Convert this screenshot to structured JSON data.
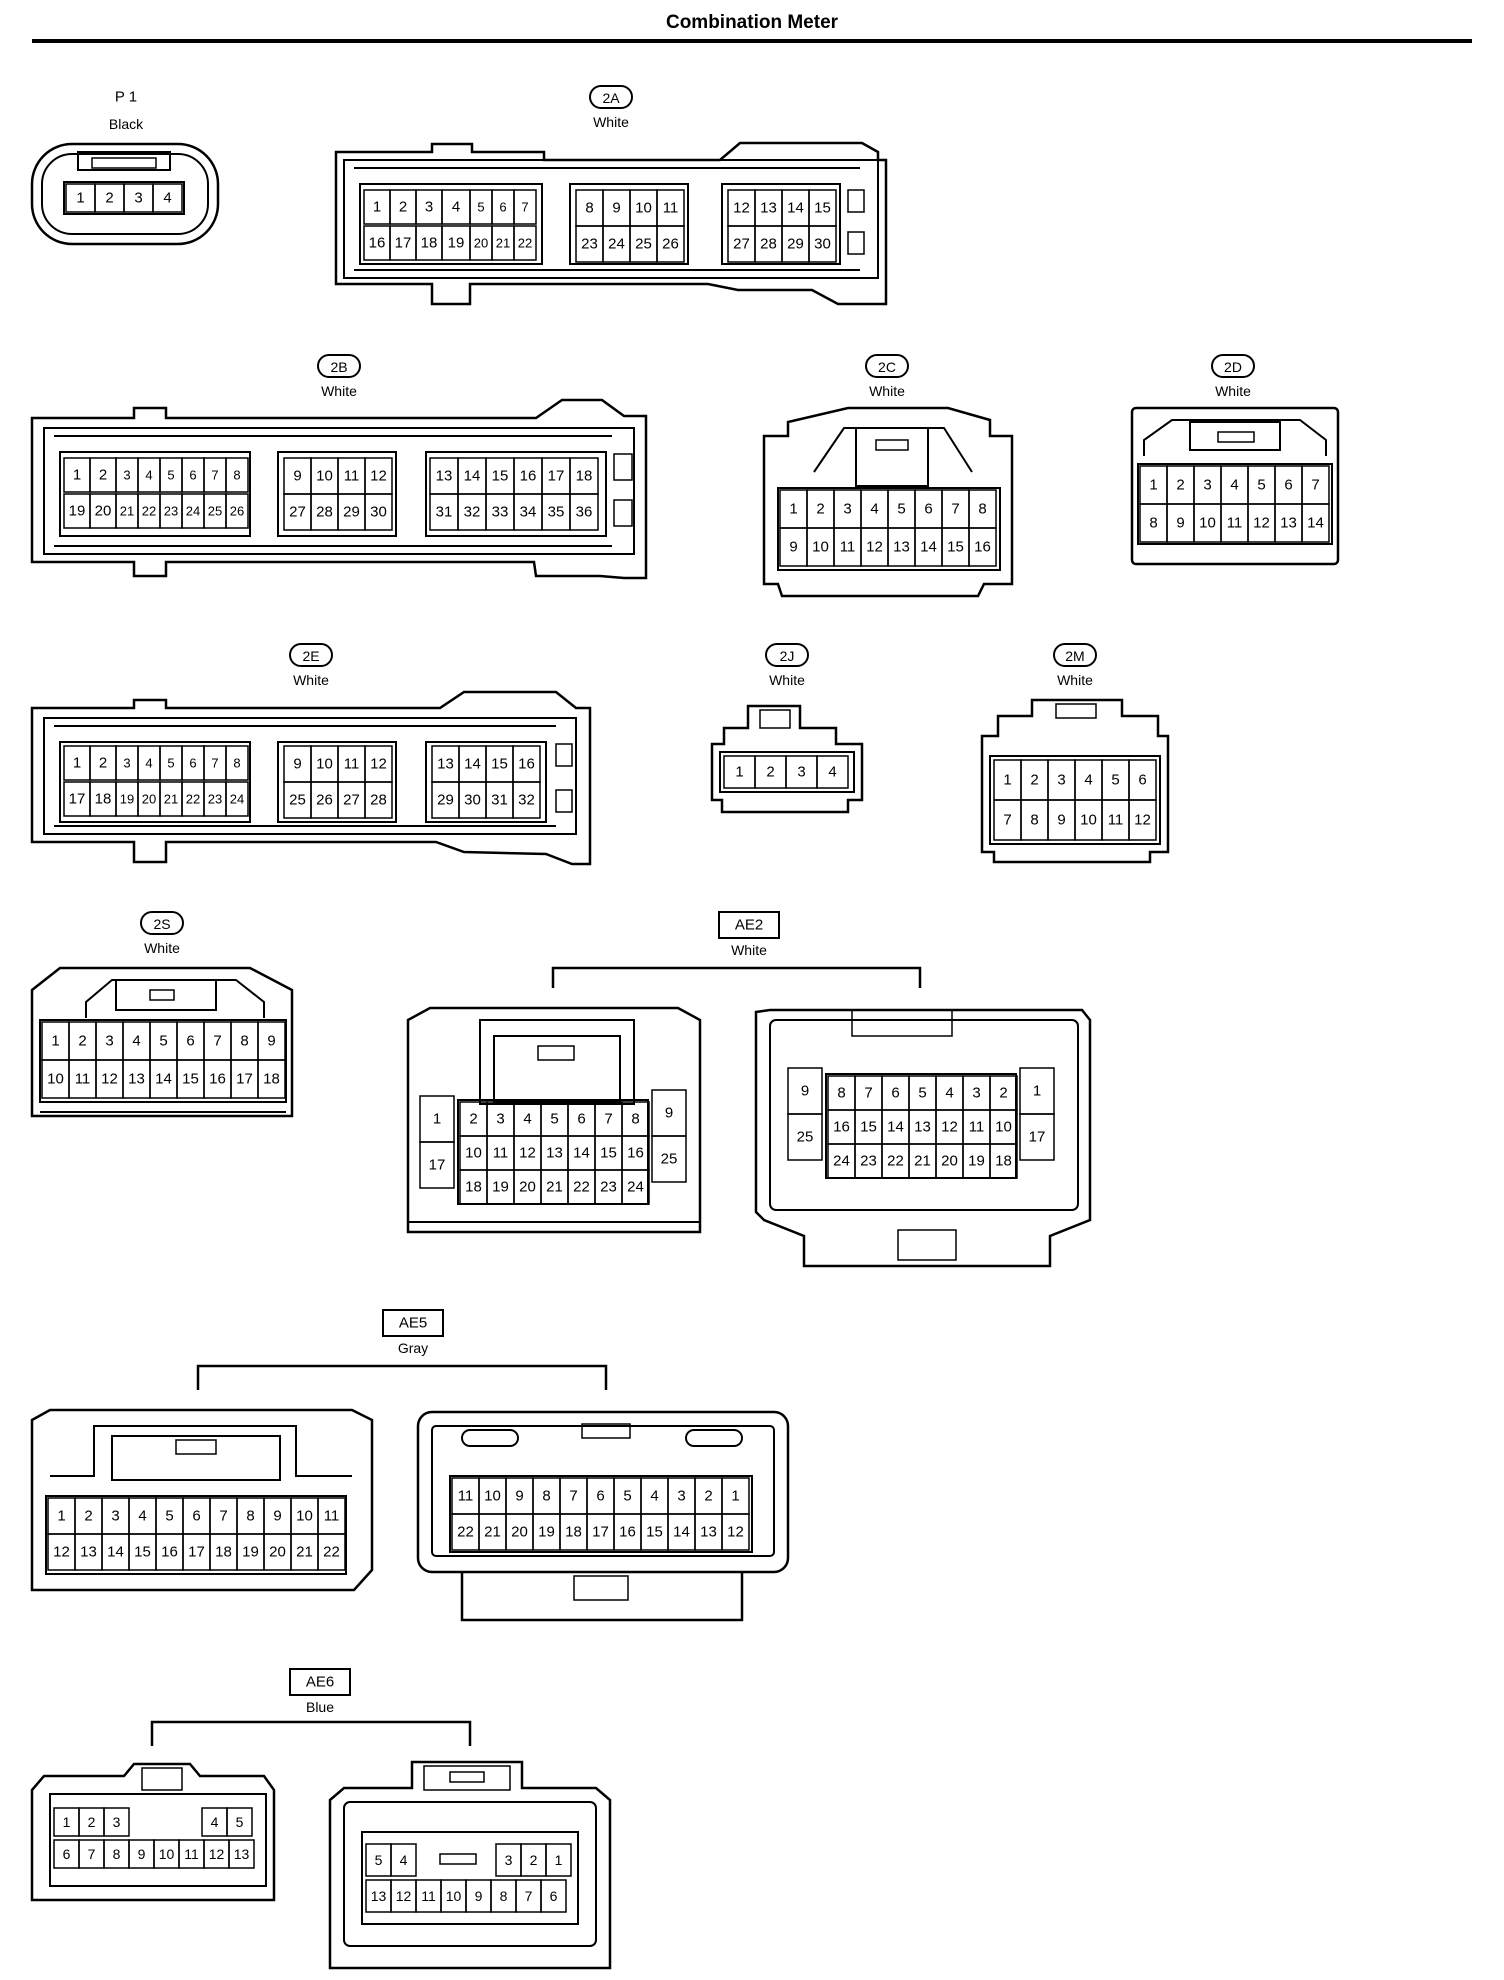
{
  "title": "Combination Meter",
  "connectors": [
    {
      "id": "P 1",
      "color": "Black",
      "faces": [
        [
          [
            "1",
            "2",
            "3",
            "4"
          ]
        ]
      ]
    },
    {
      "id": "2A",
      "color": "White",
      "faces": [
        [
          [
            "1",
            "2",
            "3",
            "4",
            "5",
            "6",
            "7"
          ],
          [
            "16",
            "17",
            "18",
            "19",
            "20",
            "21",
            "22"
          ]
        ],
        [
          [
            "8",
            "9",
            "10",
            "11"
          ],
          [
            "23",
            "24",
            "25",
            "26"
          ]
        ],
        [
          [
            "12",
            "13",
            "14",
            "15"
          ],
          [
            "27",
            "28",
            "29",
            "30"
          ]
        ]
      ]
    },
    {
      "id": "2B",
      "color": "White",
      "faces": [
        [
          [
            "1",
            "2",
            "3",
            "4",
            "5",
            "6",
            "7",
            "8"
          ],
          [
            "19",
            "20",
            "21",
            "22",
            "23",
            "24",
            "25",
            "26"
          ]
        ],
        [
          [
            "9",
            "10",
            "11",
            "12"
          ],
          [
            "27",
            "28",
            "29",
            "30"
          ]
        ],
        [
          [
            "13",
            "14",
            "15",
            "16",
            "17",
            "18"
          ],
          [
            "31",
            "32",
            "33",
            "34",
            "35",
            "36"
          ]
        ]
      ]
    },
    {
      "id": "2C",
      "color": "White",
      "faces": [
        [
          [
            "1",
            "2",
            "3",
            "4",
            "5",
            "6",
            "7",
            "8"
          ],
          [
            "9",
            "10",
            "11",
            "12",
            "13",
            "14",
            "15",
            "16"
          ]
        ]
      ]
    },
    {
      "id": "2D",
      "color": "White",
      "faces": [
        [
          [
            "1",
            "2",
            "3",
            "4",
            "5",
            "6",
            "7"
          ],
          [
            "8",
            "9",
            "10",
            "11",
            "12",
            "13",
            "14"
          ]
        ]
      ]
    },
    {
      "id": "2E",
      "color": "White",
      "faces": [
        [
          [
            "1",
            "2",
            "3",
            "4",
            "5",
            "6",
            "7",
            "8"
          ],
          [
            "17",
            "18",
            "19",
            "20",
            "21",
            "22",
            "23",
            "24"
          ]
        ],
        [
          [
            "9",
            "10",
            "11",
            "12"
          ],
          [
            "25",
            "26",
            "27",
            "28"
          ]
        ],
        [
          [
            "13",
            "14",
            "15",
            "16"
          ],
          [
            "29",
            "30",
            "31",
            "32"
          ]
        ]
      ]
    },
    {
      "id": "2J",
      "color": "White",
      "faces": [
        [
          [
            "1",
            "2",
            "3",
            "4"
          ]
        ]
      ]
    },
    {
      "id": "2M",
      "color": "White",
      "faces": [
        [
          [
            "1",
            "2",
            "3",
            "4",
            "5",
            "6"
          ],
          [
            "7",
            "8",
            "9",
            "10",
            "11",
            "12"
          ]
        ]
      ]
    },
    {
      "id": "2S",
      "color": "White",
      "faces": [
        [
          [
            "1",
            "2",
            "3",
            "4",
            "5",
            "6",
            "7",
            "8",
            "9"
          ],
          [
            "10",
            "11",
            "12",
            "13",
            "14",
            "15",
            "16",
            "17",
            "18"
          ]
        ]
      ]
    },
    {
      "id": "AE2",
      "color": "White",
      "faces": [
        {
          "side_left": [
            "1",
            "17"
          ],
          "side_right": [
            "9",
            "25"
          ],
          "grid": [
            [
              "2",
              "3",
              "4",
              "5",
              "6",
              "7",
              "8"
            ],
            [
              "10",
              "11",
              "12",
              "13",
              "14",
              "15",
              "16"
            ],
            [
              "18",
              "19",
              "20",
              "21",
              "22",
              "23",
              "24"
            ]
          ]
        },
        {
          "side_left": [
            "9",
            "25"
          ],
          "side_right": [
            "1",
            "17"
          ],
          "grid": [
            [
              "8",
              "7",
              "6",
              "5",
              "4",
              "3",
              "2"
            ],
            [
              "16",
              "15",
              "14",
              "13",
              "12",
              "11",
              "10"
            ],
            [
              "24",
              "23",
              "22",
              "21",
              "20",
              "19",
              "18"
            ]
          ]
        }
      ]
    },
    {
      "id": "AE5",
      "color": "Gray",
      "faces": [
        [
          [
            "1",
            "2",
            "3",
            "4",
            "5",
            "6",
            "7",
            "8",
            "9",
            "10",
            "11"
          ],
          [
            "12",
            "13",
            "14",
            "15",
            "16",
            "17",
            "18",
            "19",
            "20",
            "21",
            "22"
          ]
        ],
        [
          [
            "11",
            "10",
            "9",
            "8",
            "7",
            "6",
            "5",
            "4",
            "3",
            "2",
            "1"
          ],
          [
            "22",
            "21",
            "20",
            "19",
            "18",
            "17",
            "16",
            "15",
            "14",
            "13",
            "12"
          ]
        ]
      ]
    },
    {
      "id": "AE6",
      "color": "Blue",
      "faces": [
        {
          "top_left": [
            "1",
            "2",
            "3"
          ],
          "top_right": [
            "4",
            "5"
          ],
          "bottom": [
            "6",
            "7",
            "8",
            "9",
            "10",
            "11",
            "12",
            "13"
          ]
        },
        {
          "top_left": [
            "5",
            "4"
          ],
          "top_right": [
            "3",
            "2",
            "1"
          ],
          "bottom": [
            "13",
            "12",
            "11",
            "10",
            "9",
            "8",
            "7",
            "6"
          ]
        }
      ]
    }
  ]
}
